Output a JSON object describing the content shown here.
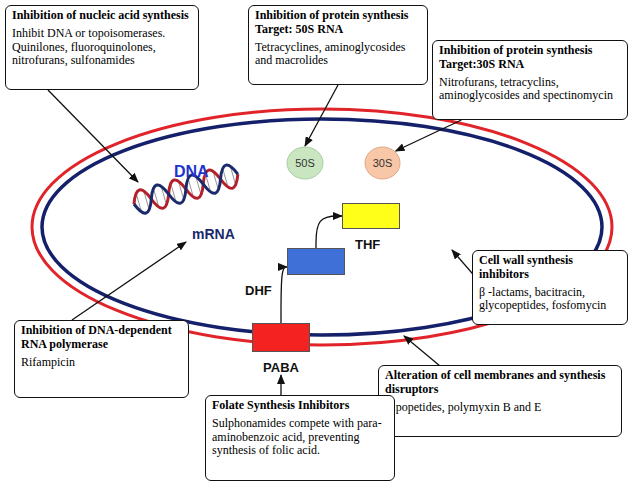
{
  "diagram": {
    "nodes": [
      {
        "text": [
          "Inhibition of nucleic acid synthesis",
          "Inhibit DNA or topoisomerases. Quinilones, fluoroquinolones, nitrofurans, sulfonamides"
        ]
      },
      {
        "text": [
          "Inhibition of protein synthesis Target: 50S RNA",
          "Tetracyclines, aminoglycosides and macrolides"
        ]
      },
      {
        "text": [
          "Inhibition of protein synthesis Target:30S RNA",
          "Nitrofurans, tetracyclins, aminoglycosides and spectinomycin"
        ]
      },
      {
        "text": [
          "50S"
        ]
      },
      {
        "text": [
          "30S"
        ]
      },
      {
        "text": [
          "THF"
        ]
      },
      {
        "text": [
          "DHF"
        ]
      },
      {
        "text": [
          "Cell wall synthesis inhibitors",
          "β -lactams, bacitracin, glycopeptides, fosfomycin"
        ]
      },
      {
        "text": [
          "Inhibition of DNA-dependent RNA polymerase",
          "Rifampicin"
        ]
      },
      {
        "text": [
          "PABA"
        ]
      },
      {
        "text": [
          "Alteration of cell membranes and synthesis disruptors",
          "Lipopetides, polymyxin B and E"
        ]
      },
      {
        "text": [
          "Folate Synthesis Inhibitors",
          "Sulphonamides compete with para-aminobenzoic acid, preventing synthesis of folic acid."
        ]
      }
    ],
    "edges": [
      {
        "from": 1,
        "to": 3,
        "arrow": "to"
      },
      {
        "from": 2,
        "to": 4,
        "arrow": "to"
      },
      {
        "from": 6,
        "to": 5,
        "arrow": "to"
      },
      {
        "from": 9,
        "to": 6,
        "arrow": "to"
      },
      {
        "from": 11,
        "to": 9,
        "arrow": "to"
      }
    ],
    "labels": [
      "DNA",
      "mRNA"
    ]
  }
}
